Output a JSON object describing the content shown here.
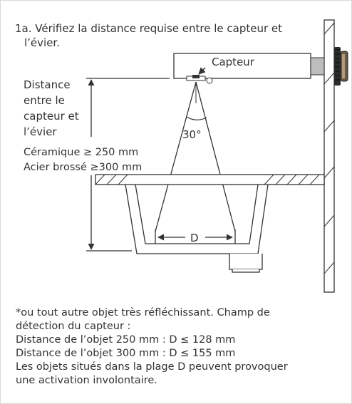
{
  "heading": {
    "line1": "1a. Vérifiez la distance requise entre le capteur et",
    "line2": "l’évier."
  },
  "diagram": {
    "sensor_label": "Capteur",
    "angle_label": "30°",
    "distance_label_lines": [
      "Distance",
      "entre le",
      "capteur et",
      "l’évier"
    ],
    "material_lines": [
      "Céramique ≥ 250 mm",
      "Acier brossé ≥300 mm"
    ],
    "d_label": "D",
    "line_color": "#333333",
    "hatch_color": "#333333"
  },
  "notes": [
    "*ou tout autre objet très réfléchissant. Champ de",
    "détection du capteur :",
    "Distance de l’objet 250 mm : D ≤ 128 mm",
    "Distance de l’objet 300 mm : D ≤ 155 mm",
    "Les objets situés dans la plage D peuvent provoquer",
    "une activation involontaire."
  ]
}
